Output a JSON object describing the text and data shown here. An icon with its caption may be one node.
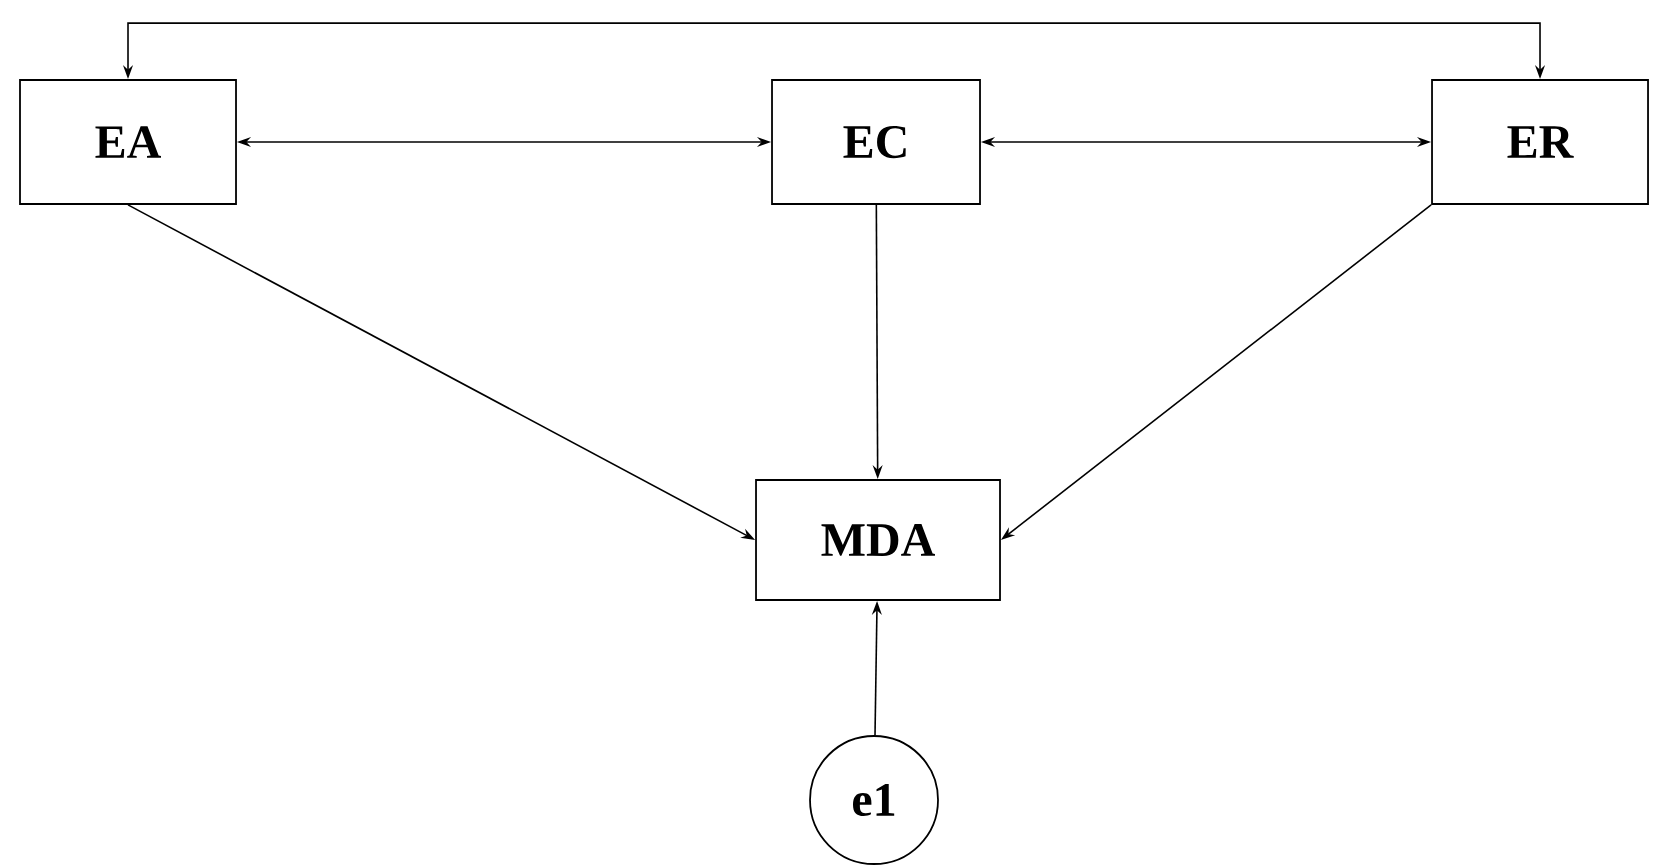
{
  "diagram": {
    "nodes": [
      {
        "text": [
          "EA"
        ]
      },
      {
        "text": [
          "EC"
        ]
      },
      {
        "text": [
          "ER"
        ]
      },
      {
        "text": [
          "MDA"
        ]
      },
      {
        "text": [
          "e1"
        ]
      }
    ],
    "edges": [
      {
        "from": 0,
        "to": 1,
        "arrow": "both"
      },
      {
        "from": 1,
        "to": 2,
        "arrow": "both"
      },
      {
        "from": 0,
        "to": 2,
        "arrow": "both"
      },
      {
        "from": 0,
        "to": 3,
        "arrow": "to"
      },
      {
        "from": 1,
        "to": 3,
        "arrow": "to"
      },
      {
        "from": 2,
        "to": 3,
        "arrow": "to"
      },
      {
        "from": 4,
        "to": 3,
        "arrow": "to"
      }
    ]
  }
}
